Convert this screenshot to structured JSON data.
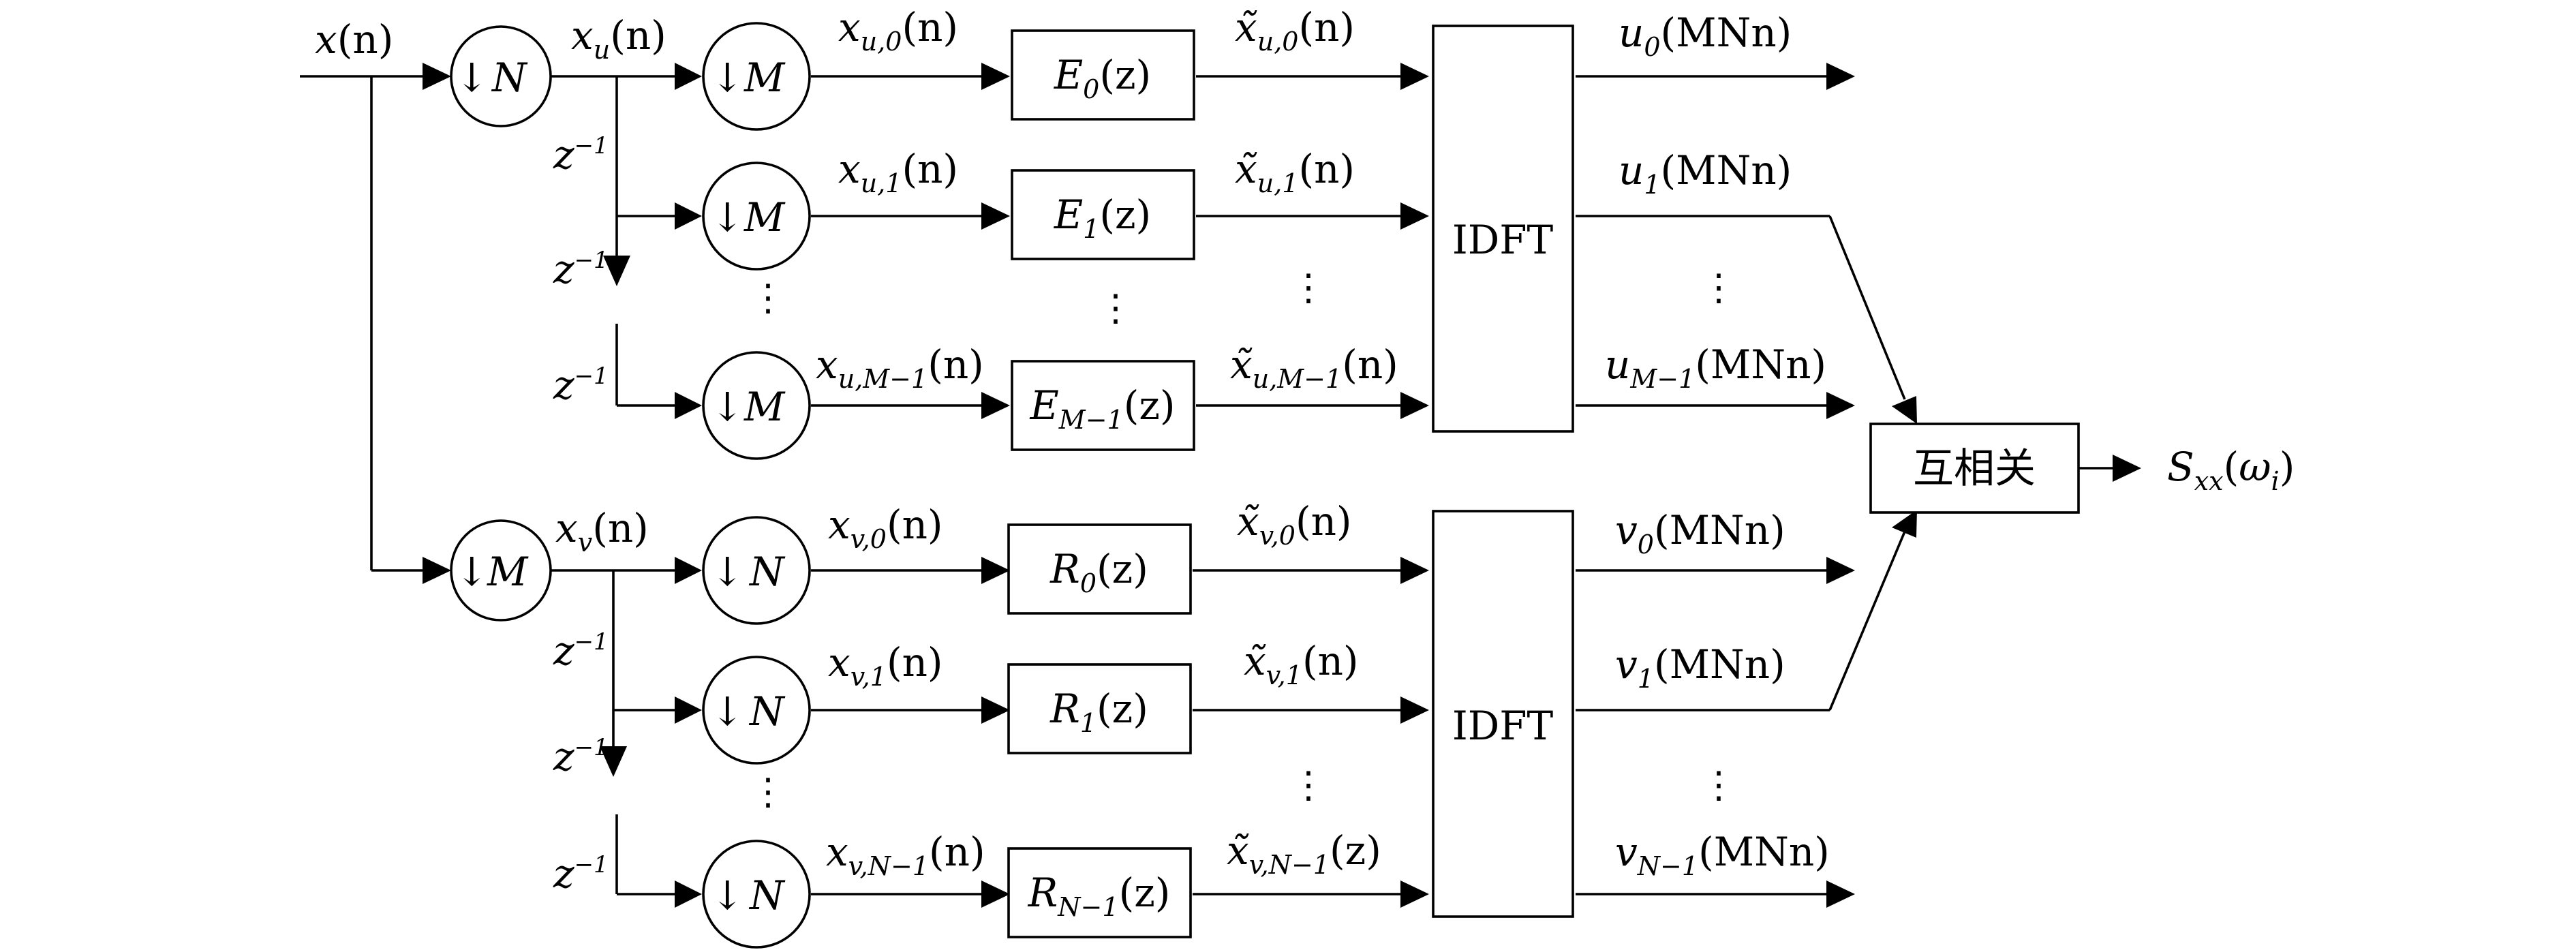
{
  "input": {
    "var": "x",
    "arg": "(n)"
  },
  "down_arrow": "↓",
  "upper": {
    "decim_factor": "N",
    "decim_out": {
      "var": "x",
      "sub": "u",
      "arg": "(n)"
    },
    "delays": [
      {
        "z": "z",
        "exp": "−1"
      },
      {
        "z": "z",
        "exp": "−1"
      },
      {
        "z": "z",
        "exp": "−1"
      }
    ],
    "branches": [
      {
        "factor": "M",
        "x": {
          "var": "x",
          "sub": "u,0",
          "arg": "(n)"
        },
        "filter": {
          "name": "E",
          "sub": "0",
          "arg": "(z)"
        },
        "y": {
          "var": "x̃",
          "sub": "u,0",
          "arg": "(n)"
        }
      },
      {
        "factor": "M",
        "x": {
          "var": "x",
          "sub": "u,1",
          "arg": "(n)"
        },
        "filter": {
          "name": "E",
          "sub": "1",
          "arg": "(z)"
        },
        "y": {
          "var": "x̃",
          "sub": "u,1",
          "arg": "(n)"
        }
      },
      {
        "factor": "M",
        "x": {
          "var": "x",
          "sub": "u,M−1",
          "arg": "(n)"
        },
        "filter": {
          "name": "E",
          "sub": "M−1",
          "arg": "(z)"
        },
        "y": {
          "var": "x̃",
          "sub": "u,M−1",
          "arg": "(n)"
        }
      }
    ],
    "idft_label": "IDFT",
    "outputs": [
      {
        "var": "u",
        "sub": "0",
        "arg": "(MNn)"
      },
      {
        "var": "u",
        "sub": "1",
        "arg": "(MNn)"
      },
      {
        "var": "u",
        "sub": "M−1",
        "arg": "(MNn)"
      }
    ]
  },
  "lower": {
    "decim_factor": "M",
    "decim_out": {
      "var": "x",
      "sub": "v",
      "arg": "(n)"
    },
    "delays": [
      {
        "z": "z",
        "exp": "−1"
      },
      {
        "z": "z",
        "exp": "−1"
      },
      {
        "z": "z",
        "exp": "−1"
      }
    ],
    "branches": [
      {
        "factor": "N",
        "x": {
          "var": "x",
          "sub": "v,0",
          "arg": "(n)"
        },
        "filter": {
          "name": "R",
          "sub": "0",
          "arg": "(z)"
        },
        "y": {
          "var": "x̃",
          "sub": "v,0",
          "arg": "(n)"
        }
      },
      {
        "factor": "N",
        "x": {
          "var": "x",
          "sub": "v,1",
          "arg": "(n)"
        },
        "filter": {
          "name": "R",
          "sub": "1",
          "arg": "(z)"
        },
        "y": {
          "var": "x̃",
          "sub": "v,1",
          "arg": "(n)"
        }
      },
      {
        "factor": "N",
        "x": {
          "var": "x",
          "sub": "v,N−1",
          "arg": "(n)"
        },
        "filter": {
          "name": "R",
          "sub": "N−1",
          "arg": "(z)"
        },
        "y": {
          "var": "x̃",
          "sub": "v,N−1",
          "arg": "(z)"
        }
      }
    ],
    "idft_label": "IDFT",
    "outputs": [
      {
        "var": "v",
        "sub": "0",
        "arg": "(MNn)"
      },
      {
        "var": "v",
        "sub": "1",
        "arg": "(MNn)"
      },
      {
        "var": "v",
        "sub": "N−1",
        "arg": "(MNn)"
      }
    ]
  },
  "ellipsis": "⋮",
  "correlator": {
    "label": "互相关"
  },
  "result": {
    "var": "S",
    "sub": "xx",
    "arg_open": "(",
    "arg_var": "ω",
    "arg_sub": "i",
    "arg_close": ")"
  }
}
